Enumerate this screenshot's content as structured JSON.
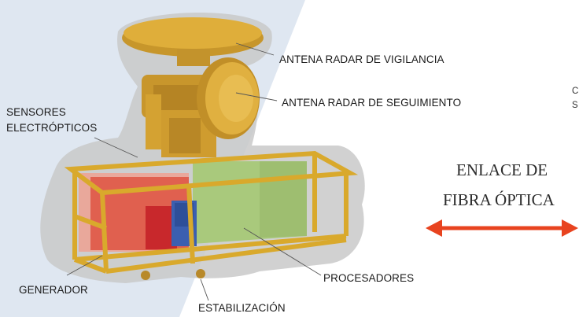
{
  "labels": {
    "antena_vigilancia": "ANTENA RADAR DE VIGILANCIA",
    "antena_seguimiento": "ANTENA RADAR DE SEGUIMIENTO",
    "sensores_line1": "SENSORES",
    "sensores_line2": "ELECTRÓPTICOS",
    "generador": "GENERADOR",
    "estabilizacion": "ESTABILIZACIÓN",
    "procesadores": "PROCESADORES"
  },
  "link": {
    "line1": "ENLACE DE",
    "line2": "FIBRA ÓPTICA"
  },
  "cut_text": {
    "line1": "C",
    "line2": "S"
  },
  "colors": {
    "frame_yellow": "#d9a92c",
    "arrow": "#e8431f",
    "panel_blue": "#dfe7f1",
    "generator_red": "#e06050",
    "processor_green": "#a9c97c",
    "battery_blue": "#3b5fb0",
    "battery_red": "#c8282c"
  },
  "icons": {
    "arrow": "double-headed-arrow-icon"
  }
}
